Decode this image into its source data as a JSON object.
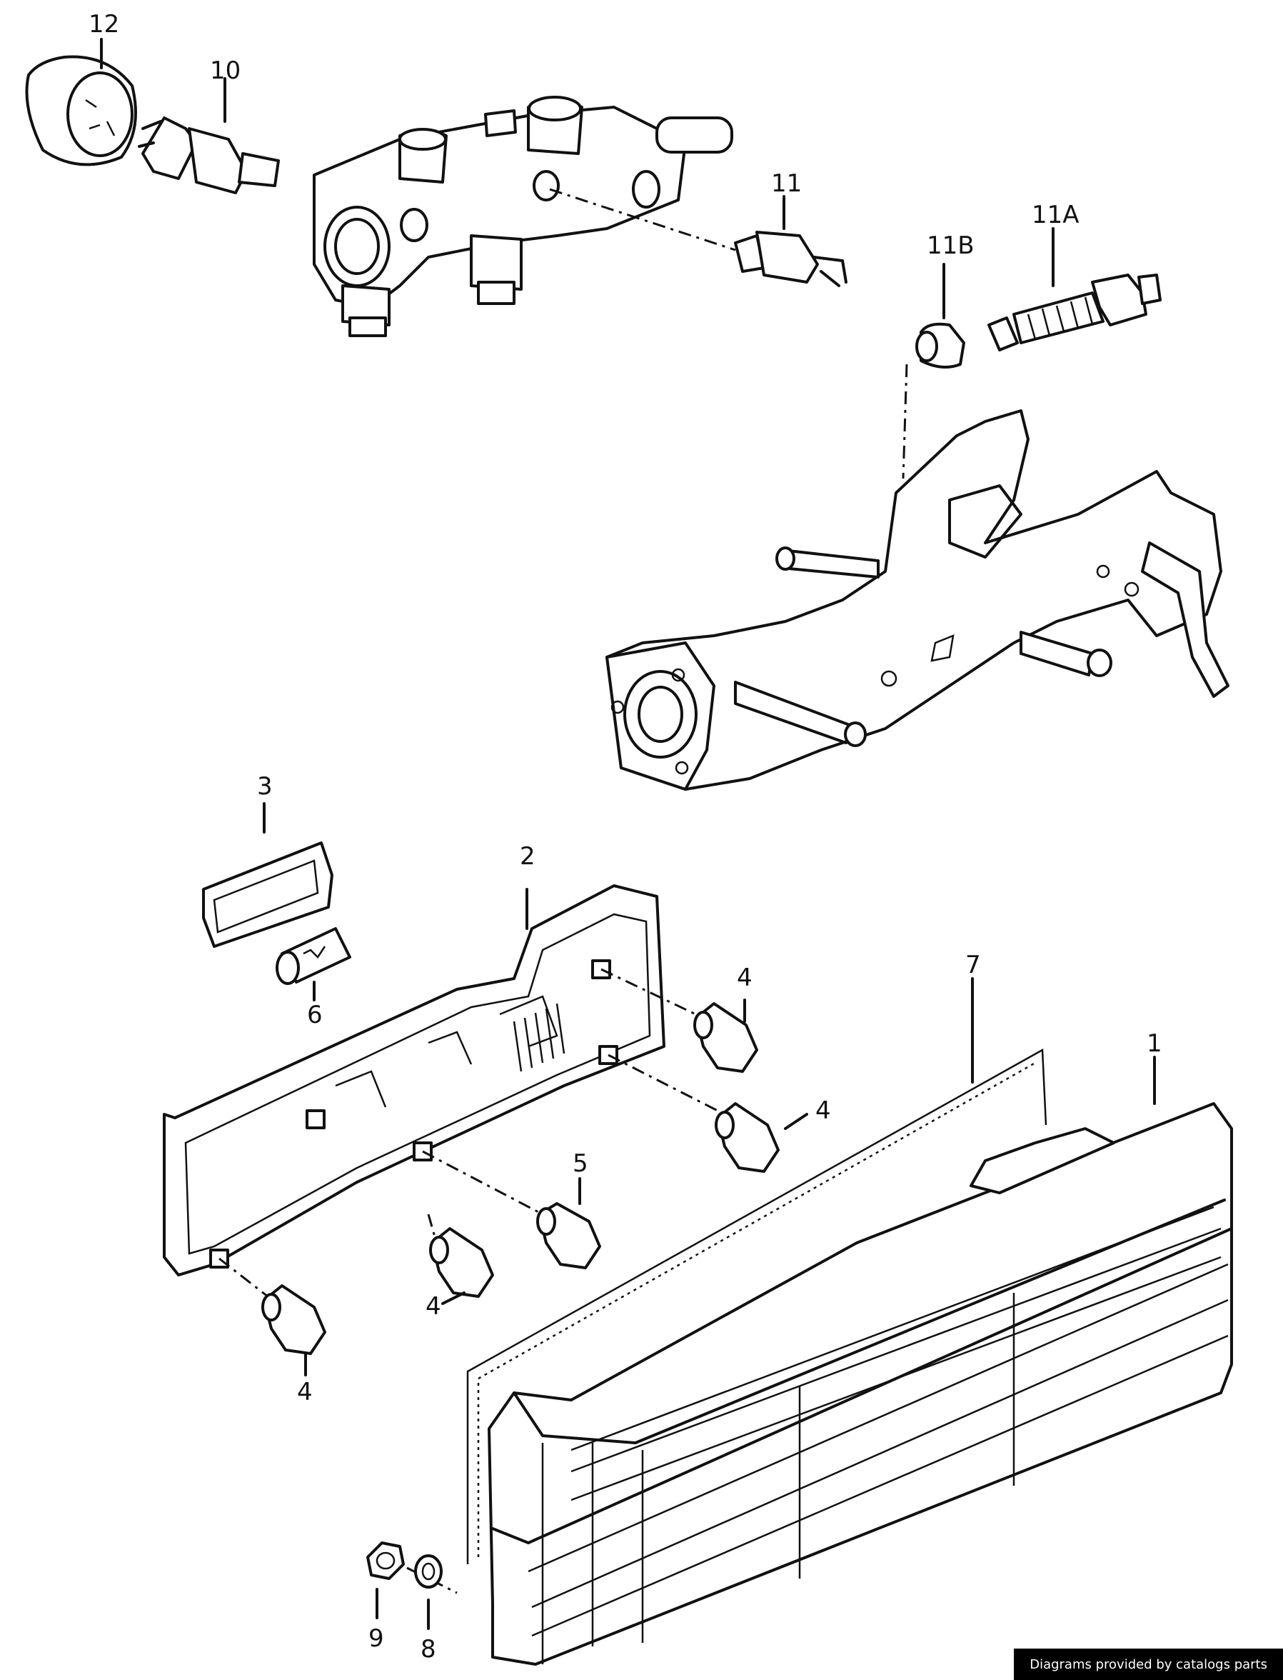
{
  "credit": "Diagrams provided by catalogs parts",
  "callouts": {
    "c1": "1",
    "c2": "2",
    "c3": "3",
    "c4a": "4",
    "c4b": "4",
    "c4c": "4",
    "c4d": "4",
    "c5": "5",
    "c6": "6",
    "c7": "7",
    "c8": "8",
    "c9": "9",
    "c10": "10",
    "c11": "11",
    "c11a": "11A",
    "c11b": "11B",
    "c12": "12"
  }
}
